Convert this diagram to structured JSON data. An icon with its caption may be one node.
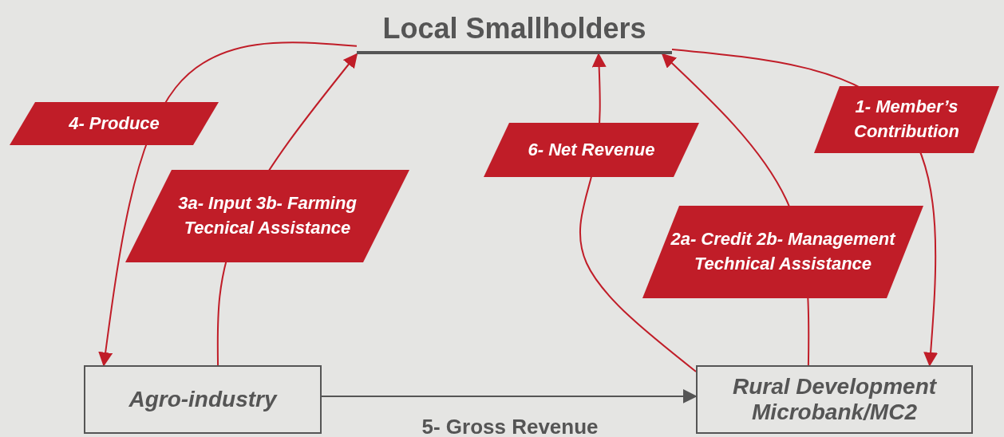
{
  "diagram": {
    "nodes": [
      {
        "text": [
          "Local Smallholders"
        ]
      },
      {
        "text": [
          "Agro-industry"
        ]
      },
      {
        "text": [
          "Rural Development Microbank/MC2"
        ]
      }
    ],
    "edges": [
      {
        "from": 0,
        "to": 1,
        "arrow": "to",
        "label": "4- Produce"
      },
      {
        "from": 1,
        "to": 0,
        "arrow": "to",
        "label": "3a- Input 3b- Farming Tecnical Assistance"
      },
      {
        "from": 1,
        "to": 2,
        "arrow": "to",
        "label": "5- Gross Revenue",
        "color": "#555555"
      },
      {
        "from": 2,
        "to": 0,
        "arrow": "to",
        "label": "6- Net Revenue"
      },
      {
        "from": 2,
        "to": 0,
        "arrow": "to",
        "label": "2a- Credit 2b- Management Technical Assistance"
      },
      {
        "from": 0,
        "to": 2,
        "arrow": "to",
        "label": "1- Member’s Contribution"
      }
    ]
  }
}
